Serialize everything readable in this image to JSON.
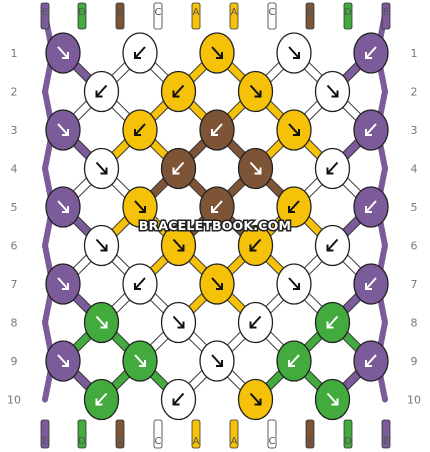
{
  "watermark": "BRACELETBOOK.COM",
  "colors": {
    "E": "#7b5b99",
    "D": "#43ab3d",
    "B": "#7d5436",
    "C": "#ffffff",
    "A": "#f6c109"
  },
  "strand_labels": [
    "E",
    "D",
    "B",
    "C",
    "A",
    "A",
    "C",
    "B",
    "D",
    "E"
  ],
  "row_numbers": [
    "1",
    "2",
    "3",
    "4",
    "5",
    "6",
    "7",
    "8",
    "9",
    "10"
  ],
  "knots": [
    [
      {
        "c": "E",
        "d": "fr"
      },
      {
        "c": "C",
        "d": "fl"
      },
      {
        "c": "A",
        "d": "fr"
      },
      {
        "c": "C",
        "d": "fr"
      },
      {
        "c": "E",
        "d": "fl"
      }
    ],
    [
      {
        "c": "C",
        "d": "fl"
      },
      {
        "c": "A",
        "d": "fl"
      },
      {
        "c": "A",
        "d": "fr"
      },
      {
        "c": "C",
        "d": "fr"
      }
    ],
    [
      {
        "c": "E",
        "d": "fr"
      },
      {
        "c": "A",
        "d": "fl"
      },
      {
        "c": "B",
        "d": "fl"
      },
      {
        "c": "A",
        "d": "fr"
      },
      {
        "c": "E",
        "d": "fl"
      }
    ],
    [
      {
        "c": "C",
        "d": "fr"
      },
      {
        "c": "B",
        "d": "fl"
      },
      {
        "c": "B",
        "d": "fr"
      },
      {
        "c": "C",
        "d": "fl"
      }
    ],
    [
      {
        "c": "E",
        "d": "fr"
      },
      {
        "c": "A",
        "d": "fr"
      },
      {
        "c": "B",
        "d": "fl"
      },
      {
        "c": "A",
        "d": "fl"
      },
      {
        "c": "E",
        "d": "fl"
      }
    ],
    [
      {
        "c": "C",
        "d": "fr"
      },
      {
        "c": "A",
        "d": "fr"
      },
      {
        "c": "A",
        "d": "fl"
      },
      {
        "c": "C",
        "d": "fl"
      }
    ],
    [
      {
        "c": "E",
        "d": "fr"
      },
      {
        "c": "C",
        "d": "fl"
      },
      {
        "c": "A",
        "d": "fr"
      },
      {
        "c": "C",
        "d": "fr"
      },
      {
        "c": "E",
        "d": "fl"
      }
    ],
    [
      {
        "c": "D",
        "d": "fr"
      },
      {
        "c": "C",
        "d": "fr"
      },
      {
        "c": "C",
        "d": "fl"
      },
      {
        "c": "D",
        "d": "fl"
      }
    ],
    [
      {
        "c": "E",
        "d": "fr"
      },
      {
        "c": "D",
        "d": "fr"
      },
      {
        "c": "C",
        "d": "fr"
      },
      {
        "c": "D",
        "d": "fl"
      },
      {
        "c": "E",
        "d": "fl"
      }
    ],
    [
      {
        "c": "D",
        "d": "fl"
      },
      {
        "c": "C",
        "d": "fl"
      },
      {
        "c": "A",
        "d": "fr"
      },
      {
        "c": "D",
        "d": "fr"
      }
    ]
  ]
}
